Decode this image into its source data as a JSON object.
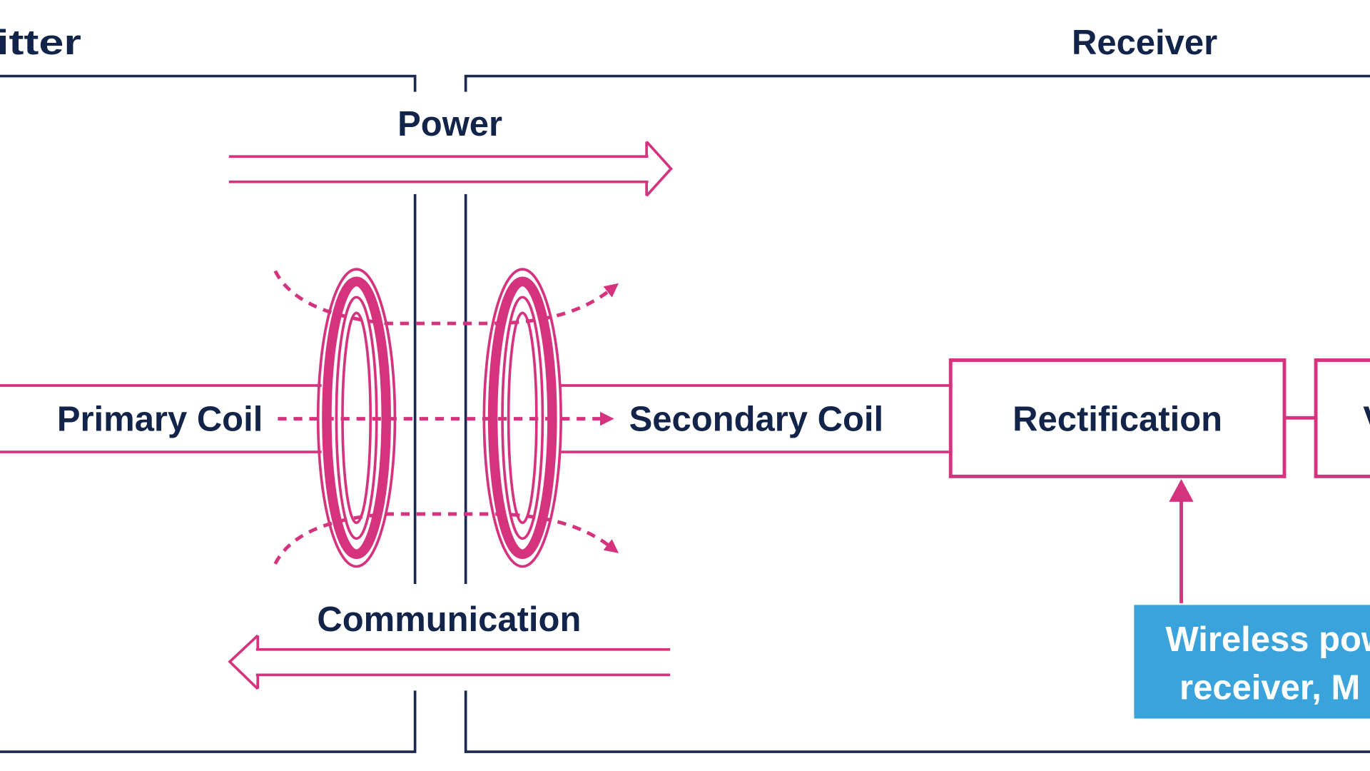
{
  "labels": {
    "transmitter": "Transmitter",
    "receiver": "Receiver",
    "power": "Power",
    "communication": "Communication",
    "primary_coil": "Primary Coil",
    "secondary_coil": "Secondary Coil",
    "rectification": "Rectification",
    "next_block": "V",
    "callout_line1": "Wireless power",
    "callout_line2": "receiver, M"
  },
  "colors": {
    "frame": "#1b2a4e",
    "accent": "#d6337f",
    "callout": "#3aa3dc",
    "text": "#13244a"
  }
}
